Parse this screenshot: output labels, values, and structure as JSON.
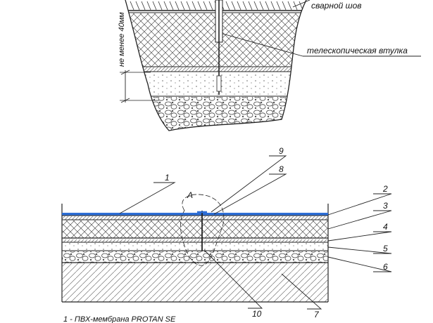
{
  "detail": {
    "weld_seam_label": "сварной шов",
    "sleeve_label": "телескопическая втулка",
    "depth_label": "не менее 40мм"
  },
  "section": {
    "marker_label": "А",
    "callouts": [
      "1",
      "2",
      "3",
      "4",
      "5",
      "6",
      "7",
      "8",
      "9",
      "10"
    ]
  },
  "legend": {
    "line_1": "1 - ПВХ-мембрана  PROTAN SE"
  },
  "colors": {
    "membrane": "#2e6fd6",
    "ink": "#111111"
  }
}
